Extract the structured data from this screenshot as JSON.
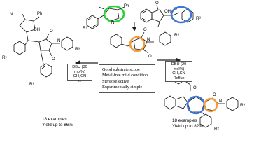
{
  "labels": {
    "ph": "Ph",
    "oh": "OH",
    "r1": "R¹",
    "r2": "R²",
    "r3": "R³",
    "o": "O",
    "n": "N"
  },
  "left_conditions": {
    "catalyst": "DBU (30 mol%)",
    "solvent": "CH₃CN",
    "temperature": "rt"
  },
  "right_conditions": {
    "catalyst": "DBU (20 mol%)",
    "solvent": "CH₃CN",
    "temperature": "Reflux"
  },
  "features": [
    "Good substrate scope",
    "Metal-free mild condition",
    "Stereoselective",
    "Experimentally simple"
  ],
  "left_summary": {
    "examples": "18 examples",
    "yield": "Yield up to 86%"
  },
  "right_summary": {
    "examples": "18 examples",
    "yield": "Yield up to 82%"
  },
  "colors": {
    "green_highlight": "#2fcf3c",
    "orange_highlight": "#f39c3a",
    "blue_highlight": "#3d76d8",
    "feature_box_border": "#555555"
  }
}
